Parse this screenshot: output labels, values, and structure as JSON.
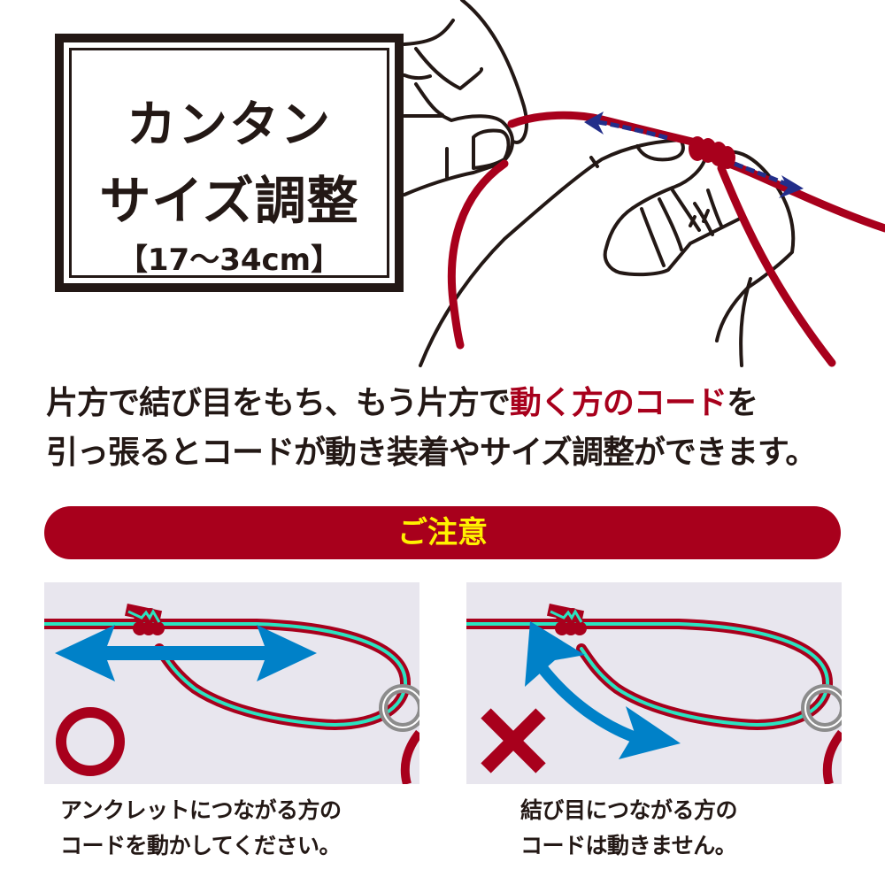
{
  "title_box": {
    "line1": "カンタン",
    "line2": "サイズ調整",
    "line3": "【17〜34cm】"
  },
  "description": {
    "line1_pre": "片方で結び目をもち、もう片方で",
    "line1_accent": "動く方のコード",
    "line1_post": "を",
    "line2": "引っ張るとコードが動き装着やサイズ調整ができます。"
  },
  "caution": {
    "label": "ご注意"
  },
  "panels": [
    {
      "mark": "circle-ok",
      "caption_line1": "アンクレットにつながる方の",
      "caption_line2": "コードを動かしてください。"
    },
    {
      "mark": "cross-ng",
      "caption_line1": "結び目につながる方の",
      "caption_line2": "コードは動きません。"
    }
  ],
  "colors": {
    "cord_red": "#a8001c",
    "cord_core": "#2be3c0",
    "arrow_blue": "#0081c8",
    "arrow_navy": "#232e8a",
    "caution_text": "#fff100",
    "panel_bg": "#e8e6ee",
    "ink": "#231815",
    "ring_gray": "#8c8c8c"
  }
}
